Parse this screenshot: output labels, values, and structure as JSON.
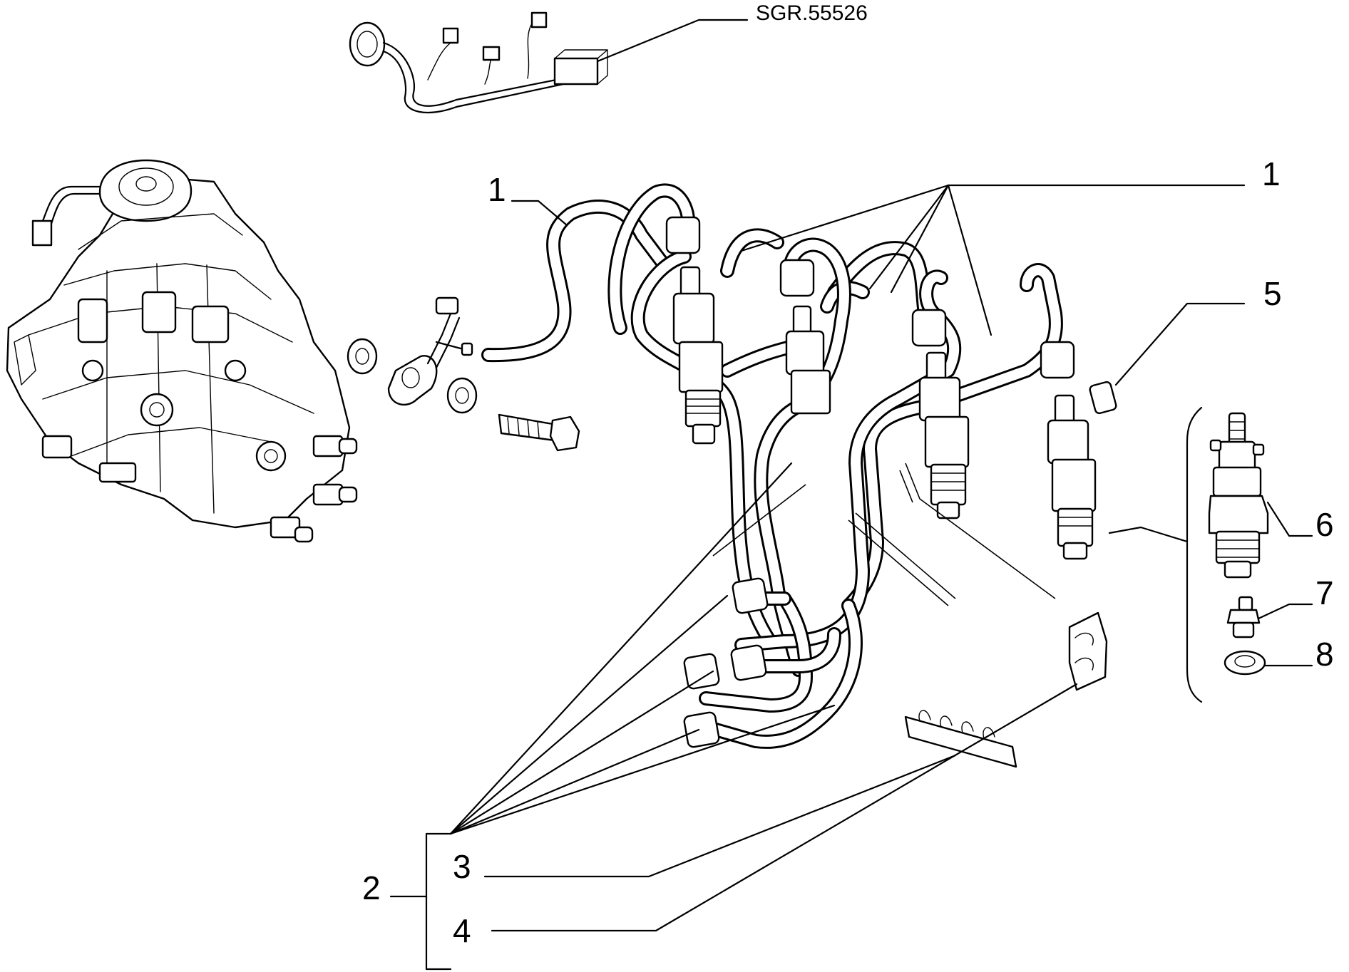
{
  "reference_code": "SGR.55526",
  "callouts": {
    "c1_left": "1",
    "c1_right": "1",
    "c2": "2",
    "c3": "3",
    "c4": "4",
    "c5": "5",
    "c6": "6",
    "c7": "7",
    "c8": "8"
  }
}
